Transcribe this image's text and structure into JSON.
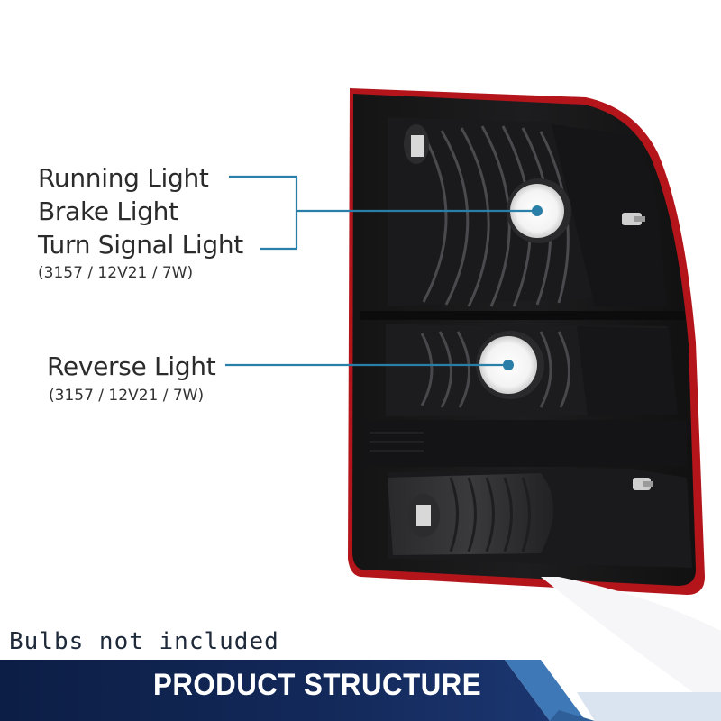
{
  "callouts": {
    "group1": {
      "lines": [
        "Running Light",
        "Brake Light",
        "Turn Signal Light"
      ],
      "spec": "(3157 / 12V21 / 7W)"
    },
    "group2": {
      "lines": [
        "Reverse Light"
      ],
      "spec": "(3157 / 12V21 / 7W)"
    }
  },
  "note": "Bulbs not included",
  "banner": {
    "title": "PRODUCT STRUCTURE"
  },
  "colors": {
    "callout_line": "#2a7fa8",
    "housing_trim": "#c0161c",
    "banner_dark": "#0c1e45",
    "banner_light": "#3f78b7"
  }
}
